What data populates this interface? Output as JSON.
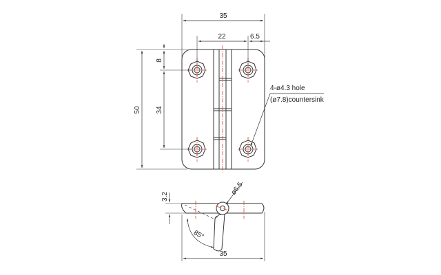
{
  "dimensions": {
    "overall_width_top": "35",
    "hole_spacing_horizontal": "22",
    "edge_offset_right": "6.5",
    "overall_height": "50",
    "hole_spacing_vertical": "34",
    "edge_offset_top": "8",
    "thickness": "3.2",
    "pin_diameter": "ø6.5",
    "open_angle": "85°",
    "overall_width_side": "35"
  },
  "callout": {
    "line1": "4-ø4.3 hole",
    "line2": "(ø7.8)countersink"
  },
  "colors": {
    "outline": "#333333",
    "centerline": "#d9442a",
    "background": "#ffffff"
  }
}
